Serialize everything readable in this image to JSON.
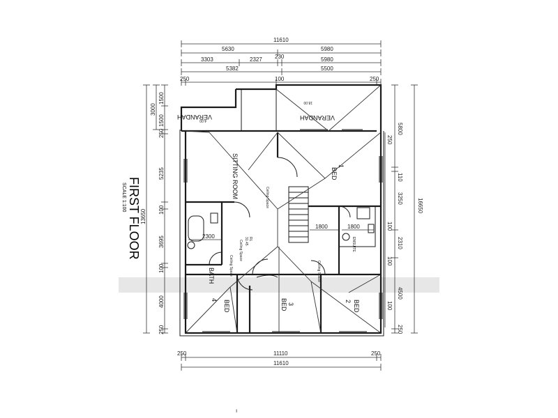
{
  "title": "FIRST FLOOR",
  "scale": "SCALE 1:100",
  "rooms": {
    "verandah_left": "VERANDAH",
    "verandah_right": "VERANDAH",
    "sitting_room": "SITTING ROOM",
    "bed_1": "BED",
    "bed_1_number": "1",
    "bed_2": "BED",
    "bed_2_number": "2",
    "bed_3": "BED",
    "bed_3_number": "3",
    "bed_4": "BED",
    "bed_4_number": "4",
    "bath": "BATH",
    "ensuite": "ENSUITE"
  },
  "notes": {
    "rl_label": "RL",
    "rl_value": "31.45",
    "verandah_left_level": "4.00",
    "verandah_right_level": "18.00",
    "ceiling_a": "Ceiling Space",
    "ceiling_b": "Ceiling Space",
    "ceiling_c": "Ceiling Space",
    "ceiling_d": "Ceiling Space"
  },
  "dims_top": {
    "row1": [
      "11610"
    ],
    "row2": [
      "5630",
      "5980"
    ],
    "row3": [
      "3303",
      "2327",
      "230",
      "5980"
    ],
    "row4": [
      "5382",
      "5500"
    ],
    "row5": [
      "250",
      "100",
      "250"
    ]
  },
  "dims_bottom": {
    "row1": [
      "250",
      "11110",
      "250"
    ],
    "row2": [
      "11610"
    ]
  },
  "dims_left": {
    "outer": [
      "13650"
    ],
    "inner": [
      "3000",
      "1500",
      "1500",
      "250",
      "5235",
      "100",
      "3695",
      "100",
      "4000",
      "250"
    ]
  },
  "dims_right": {
    "outer": [
      "16650"
    ],
    "inner": [
      "5800",
      "110",
      "3250",
      "2310",
      "4500",
      "250"
    ],
    "inner_small": [
      "250",
      "100",
      "100",
      "100"
    ]
  },
  "dims_interior": {
    "bath_width": "2300",
    "stair_width": "1800",
    "ensuite_width": "1800"
  }
}
